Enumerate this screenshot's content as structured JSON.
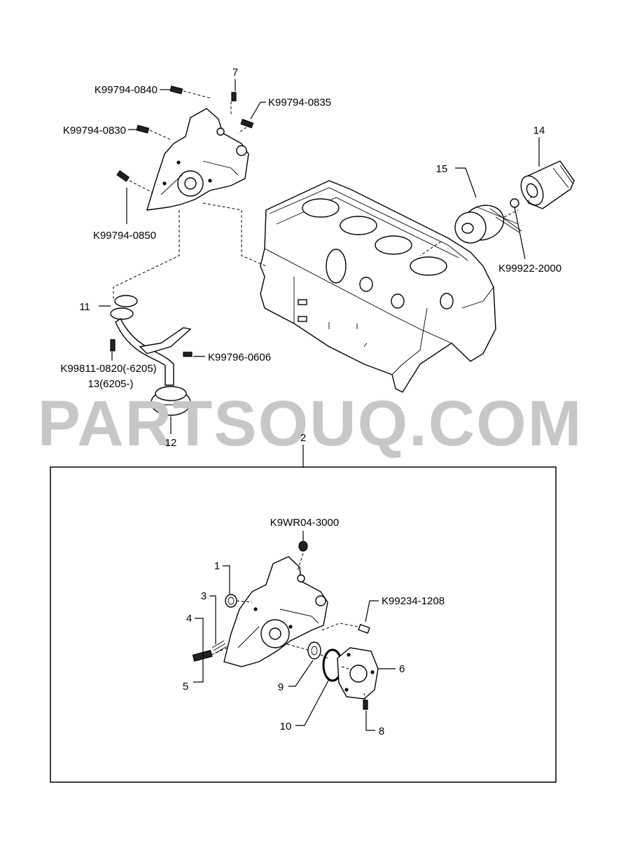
{
  "watermark": "PARTSOUQ.COM",
  "callouts": {
    "p7": "7",
    "k0840": "K99794-0840",
    "k0835": "K99794-0835",
    "k0830": "K99794-0830",
    "k0850": "K99794-0850",
    "p14": "14",
    "p15": "15",
    "k2000": "K99922-2000",
    "p11": "11",
    "k0606": "K99796-0606",
    "k0820": "K99811-0820(-6205)",
    "p13": "13(6205-)",
    "p12": "12",
    "p2": "2",
    "k3000": "K9WR04-3000",
    "p1": "1",
    "p3": "3",
    "k1208": "K99234-1208",
    "p4": "4",
    "p5": "5",
    "p6": "6",
    "p9": "9",
    "p10": "10",
    "p8": "8"
  }
}
